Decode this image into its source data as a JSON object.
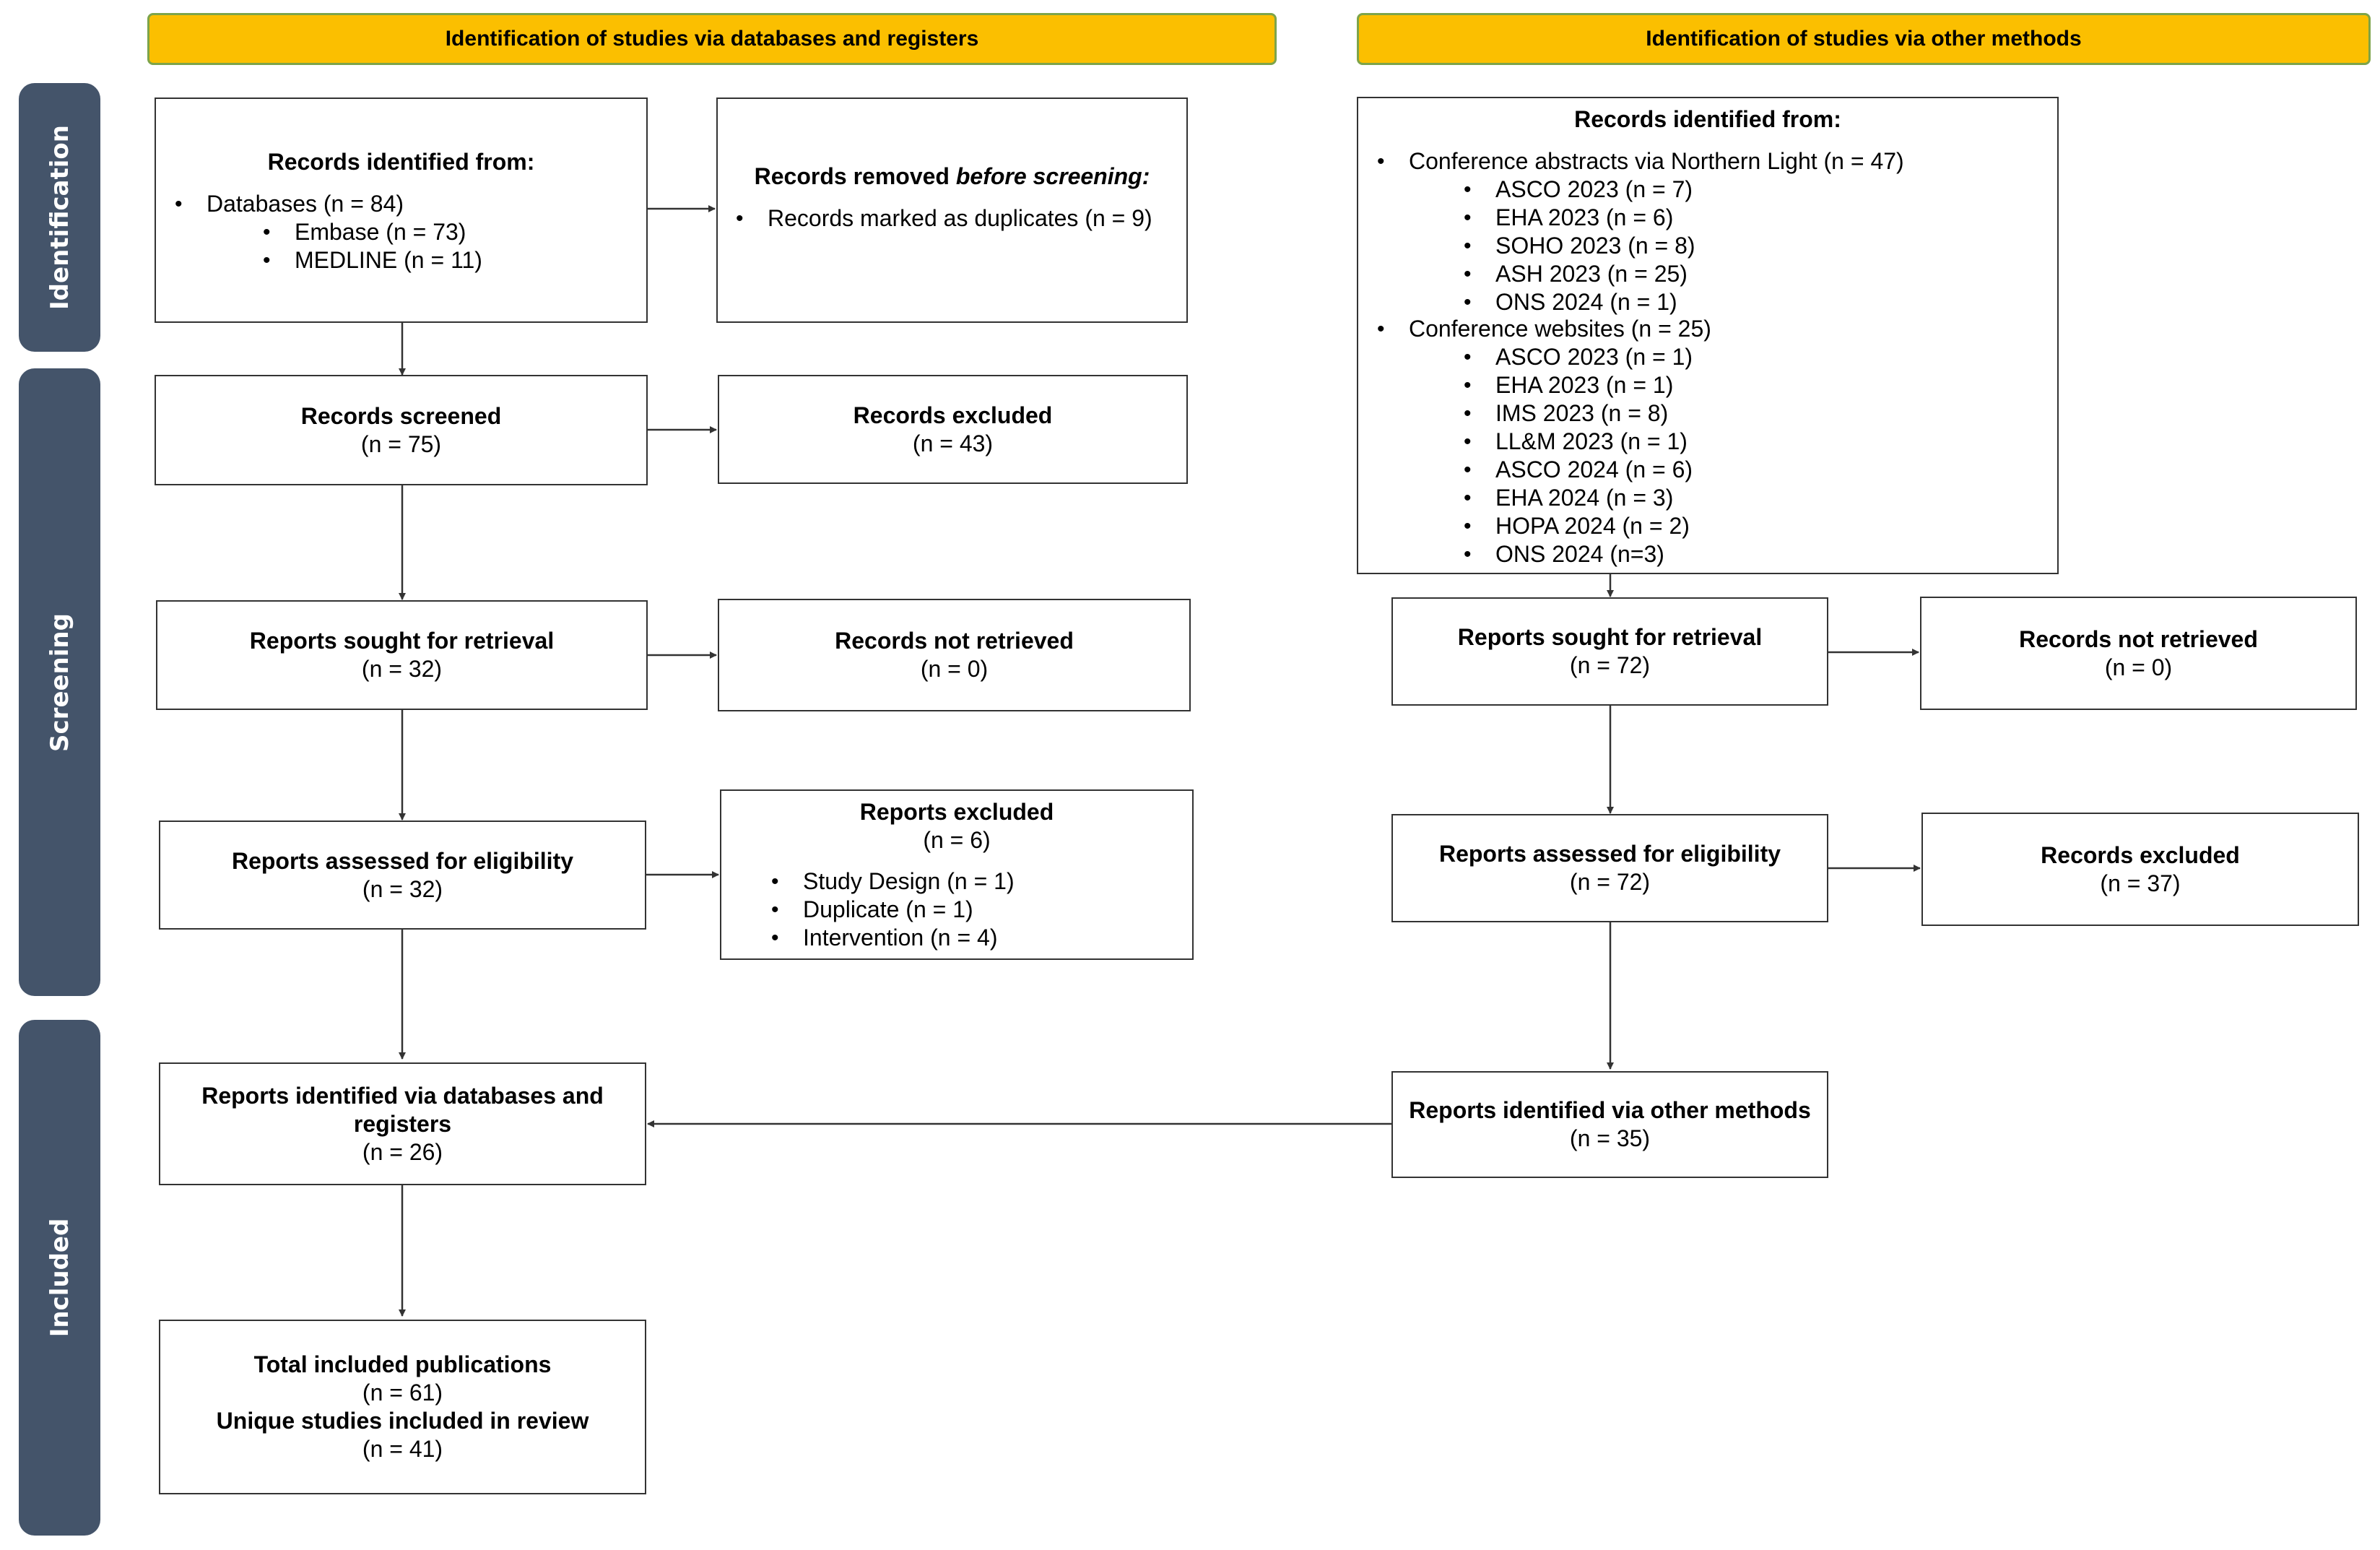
{
  "headers": {
    "databases": "Identification of studies via databases and registers",
    "other": "Identification of studies via other methods"
  },
  "phases": {
    "identification": "Identification",
    "screening": "Screening",
    "included": "Included"
  },
  "left": {
    "records_identified": {
      "title": "Records identified from:",
      "item": "Databases (n = 84)",
      "subitems": [
        "Embase (n = 73)",
        "MEDLINE (n = 11)"
      ]
    },
    "records_removed": {
      "title_prefix": "Records removed ",
      "title_italic": "before screening:",
      "item": "Records marked as duplicates  (n = 9)"
    },
    "records_screened": {
      "title": "Records screened",
      "count": "(n = 75)"
    },
    "records_excluded": {
      "title": "Records excluded",
      "count": "(n = 43)"
    },
    "reports_sought": {
      "title": "Reports sought for retrieval",
      "count": "(n = 32)"
    },
    "records_not_retrieved": {
      "title": "Records not retrieved",
      "count": "(n = 0)"
    },
    "reports_assessed": {
      "title": "Reports assessed for eligibility",
      "count": "(n = 32)"
    },
    "reports_excluded": {
      "title": "Reports excluded",
      "count": "(n = 6)",
      "items": [
        "Study Design (n = 1)",
        "Duplicate (n = 1)",
        "Intervention (n = 4)"
      ]
    },
    "reports_identified": {
      "title": "Reports identified via databases and registers",
      "count": "(n = 26)"
    },
    "total_included": {
      "title1": "Total included publications",
      "count1": "(n = 61)",
      "title2": "Unique studies included in review",
      "count2": "(n = 41)"
    }
  },
  "right": {
    "records_identified": {
      "title": "Records identified from:",
      "group1": "Conference abstracts via Northern Light (n = 47)",
      "group1_items": [
        "ASCO 2023 (n = 7)",
        "EHA 2023 (n = 6)",
        "SOHO 2023 (n = 8)",
        "ASH 2023 (n = 25)",
        "ONS 2024 (n = 1)"
      ],
      "group2": "Conference websites (n = 25)",
      "group2_items": [
        "ASCO 2023 (n = 1)",
        "EHA 2023 (n = 1)",
        "IMS 2023 (n = 8)",
        "LL&M 2023 (n = 1)",
        "ASCO 2024 (n = 6)",
        "EHA 2024 (n = 3)",
        "HOPA 2024 (n = 2)",
        "ONS 2024 (n=3)"
      ]
    },
    "reports_sought": {
      "title": "Reports sought for retrieval",
      "count": "(n = 72)"
    },
    "records_not_retrieved": {
      "title": "Records not retrieved",
      "count": "(n = 0)"
    },
    "reports_assessed": {
      "title": "Reports assessed for eligibility",
      "count": "(n = 72)"
    },
    "records_excluded": {
      "title": "Records excluded",
      "count": "(n = 37)"
    },
    "reports_identified": {
      "title": "Reports identified via other methods",
      "count": "(n = 35)"
    }
  }
}
